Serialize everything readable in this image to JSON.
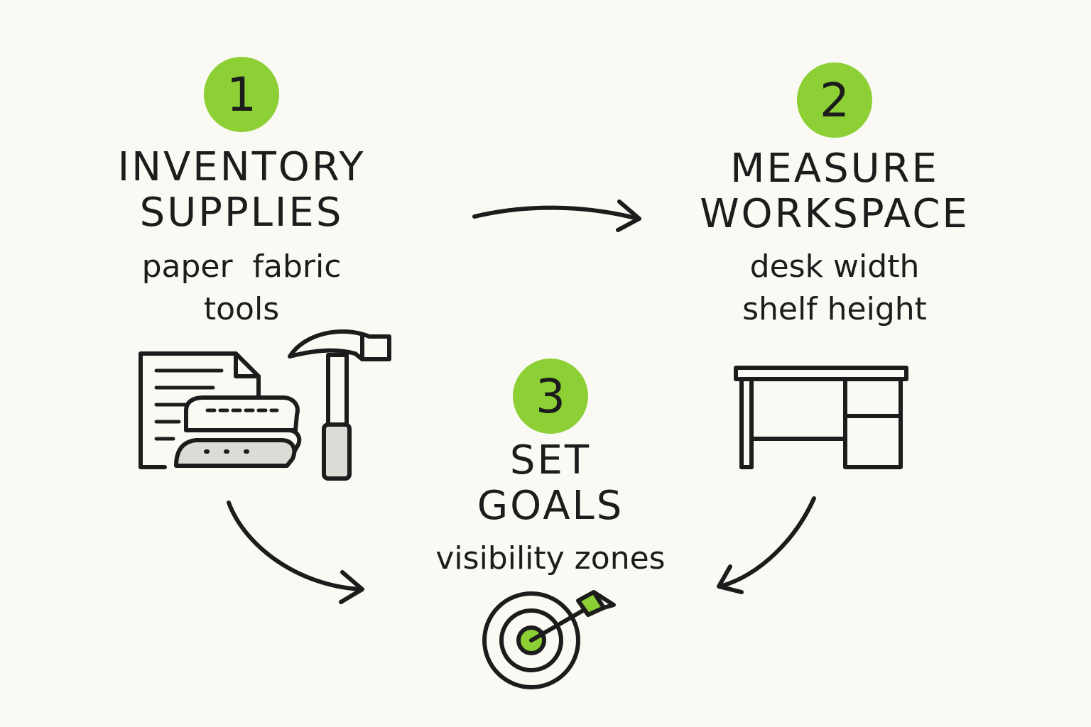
{
  "accent_color": "#8dd035",
  "ink_color": "#1c1c1c",
  "steps": [
    {
      "number": "1",
      "title_line1": "INVENTORY",
      "title_line2": "SUPPLIES",
      "detail_line1": "paper  fabric",
      "detail_line2": "tools",
      "icons": [
        "paper-icon",
        "fabric-stack-icon",
        "hammer-icon"
      ]
    },
    {
      "number": "2",
      "title_line1": "MEASURE",
      "title_line2": "WORKSPACE",
      "detail_line1": "desk width",
      "detail_line2": "shelf height",
      "icons": [
        "desk-icon"
      ]
    },
    {
      "number": "3",
      "title_line1": "SET",
      "title_line2": "GOALS",
      "detail_line1": "visibility zones",
      "icons": [
        "target-icon"
      ]
    }
  ]
}
